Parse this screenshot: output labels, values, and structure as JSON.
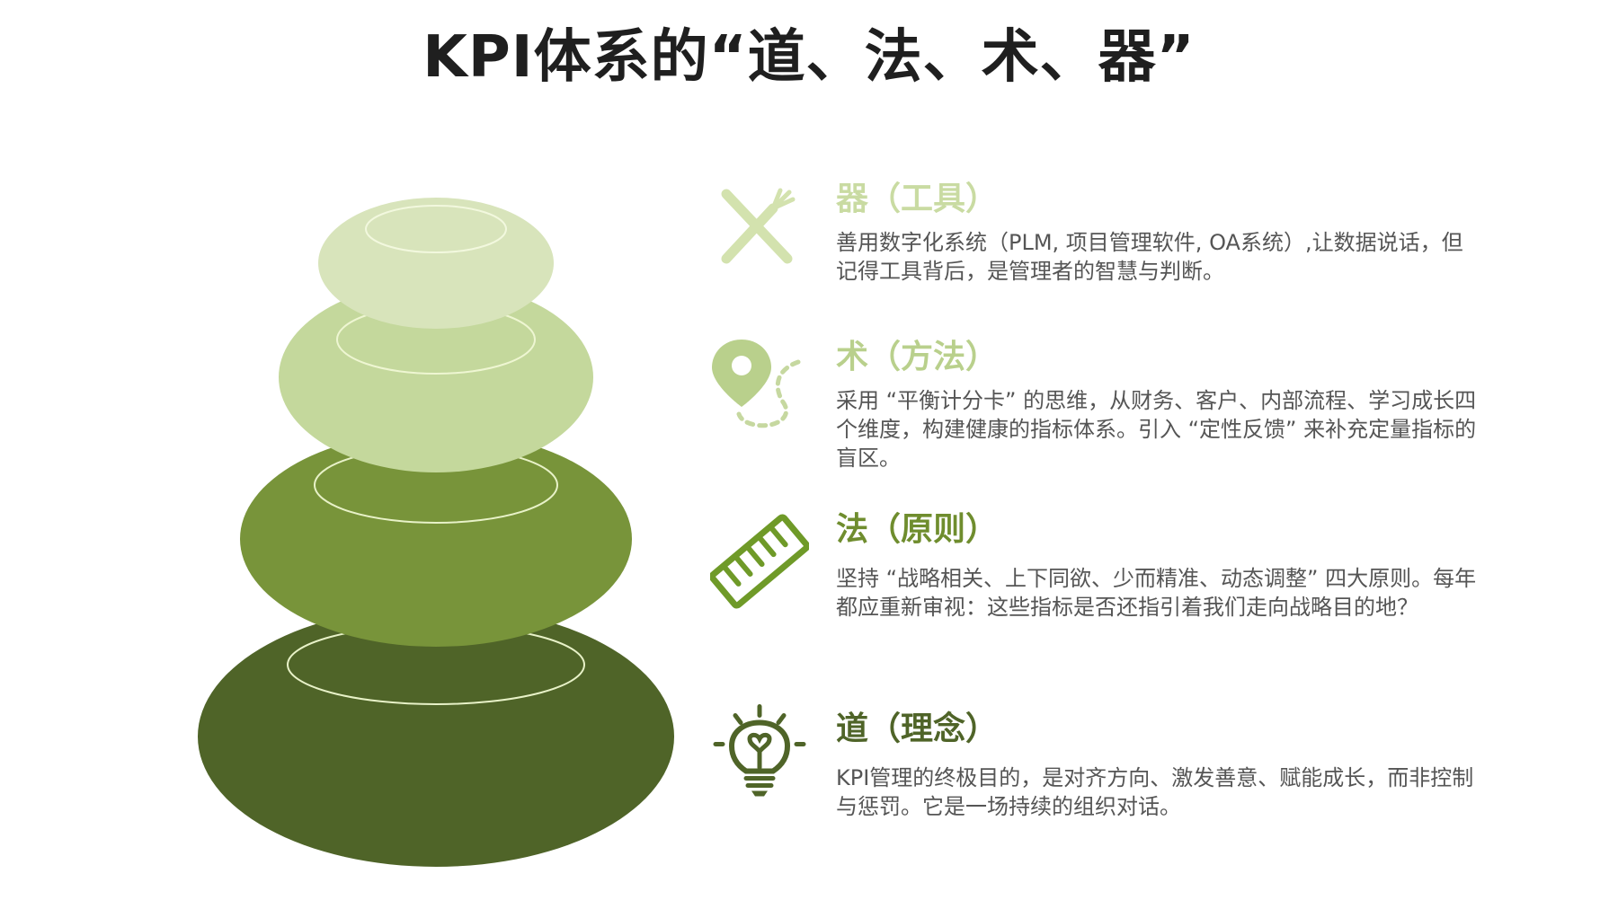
{
  "title": "KPI体系的“道、法、术、器”",
  "colors": {
    "stone_top": "#d8e4bb",
    "stone_second": "#c4d89c",
    "stone_third": "#78943a",
    "stone_bottom": "#4f6428",
    "ring": "#eef6d2",
    "title": "#1f1f1f",
    "body_text": "#555555"
  },
  "stones": [
    {
      "level": "器",
      "color": "#d8e4bb"
    },
    {
      "level": "术",
      "color": "#c4d89c"
    },
    {
      "level": "法",
      "color": "#78943a"
    },
    {
      "level": "道",
      "color": "#4f6428"
    }
  ],
  "items": [
    {
      "icon": "tools-icon",
      "heading": "器（工具）",
      "heading_color": "#c9dba2",
      "body": "善用数字化系统（PLM, 项目管理软件, OA系统）,让数据说话，但记得工具背后，是管理者的智慧与判断。"
    },
    {
      "icon": "map-pin-route-icon",
      "heading": "术（方法）",
      "heading_color": "#b9d08c",
      "body": "采用 “平衡计分卡” 的思维，从财务、客户、内部流程、学习成长四个维度，构建健康的指标体系。引入 “定性反馈” 来补充定量指标的盲区。"
    },
    {
      "icon": "ruler-icon",
      "heading": "法（原则）",
      "heading_color": "#6f8d2e",
      "body": "坚持 “战略相关、上下同欲、少而精准、动态调整” 四大原则。每年都应重新审视：这些指标是否还指引着我们走向战略目的地？"
    },
    {
      "icon": "lightbulb-heart-icon",
      "heading": "道（理念）",
      "heading_color": "#4f6428",
      "body": "KPI管理的终极目的，是对齐方向、激发善意、赋能成长，而非控制与惩罚。它是一场持续的组织对话。"
    }
  ]
}
